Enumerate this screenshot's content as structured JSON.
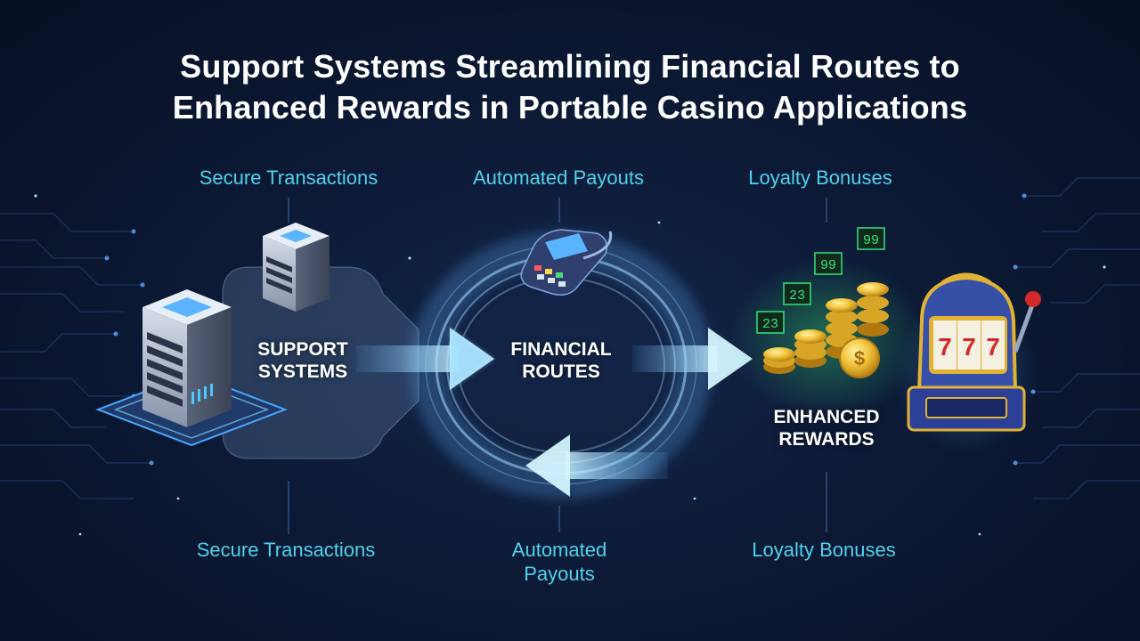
{
  "title": {
    "line1": "Support Systems Streamlining Financial Routes to",
    "line2": "Enhanced Rewards in Portable Casino Applications"
  },
  "nodes": {
    "support": {
      "line1": "SUPPORT",
      "line2": "SYSTEMS"
    },
    "financial": {
      "line1": "FINANCIAL",
      "line2": "ROUTES"
    },
    "rewards": {
      "line1": "ENHANCED",
      "line2": "REWARDS"
    }
  },
  "labels_top": {
    "secure": "Secure Transactions",
    "payouts": "Automated Payouts",
    "loyalty": "Loyalty Bonuses"
  },
  "labels_bottom": {
    "secure": "Secure Transactions",
    "payouts_line1": "Automated",
    "payouts_line2": "Payouts",
    "loyalty": "Loyalty Bonuses"
  },
  "slot": {
    "reels": [
      "7",
      "7",
      "7"
    ]
  },
  "price_tags": [
    "99",
    "99",
    "23",
    "23"
  ],
  "colors": {
    "background": "#0c1a36",
    "accent_cyan": "#4fd2ec",
    "flow_glow": "#8fd8ff",
    "gold": "#f2c23a",
    "tag_green": "#35e27a"
  }
}
